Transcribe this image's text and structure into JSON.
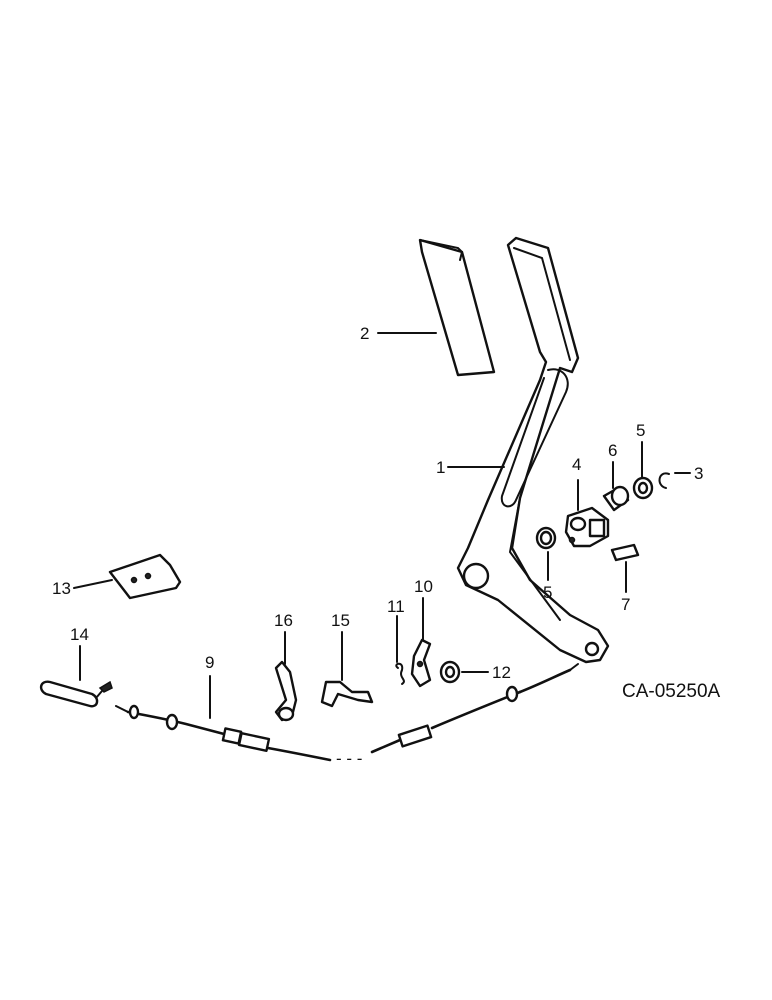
{
  "diagram": {
    "drawing_code": "CA-05250A",
    "callouts": {
      "c1": "1",
      "c2": "2",
      "c3": "3",
      "c4": "4",
      "c5a": "5",
      "c5b": "5",
      "c6": "6",
      "c7": "7",
      "c9": "9",
      "c10": "10",
      "c11": "11",
      "c12": "12",
      "c13": "13",
      "c14": "14",
      "c15": "15",
      "c16": "16"
    }
  }
}
